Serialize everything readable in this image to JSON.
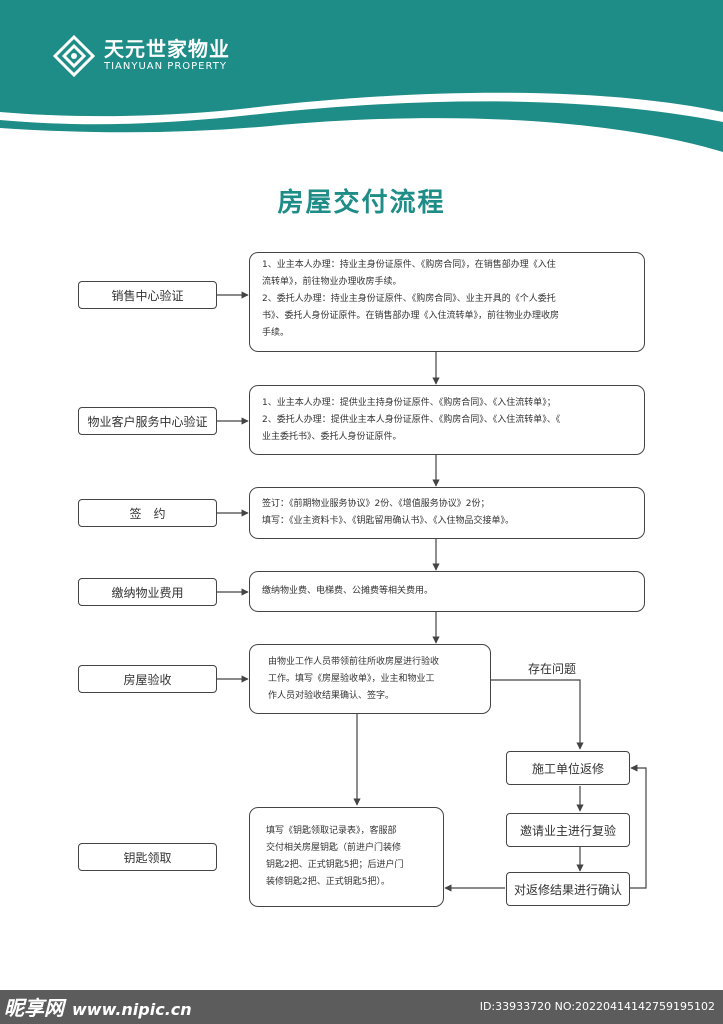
{
  "header": {
    "brand_cn": "天元世家物业",
    "brand_en": "TIANYUAN PROPERTY",
    "color": "#1e8c87"
  },
  "title": "房屋交付流程",
  "steps": [
    {
      "label": "销售中心验证",
      "lines": [
        "1、业主本人办理：持业主身份证原件、《购房合同》，在销售部办理《入住",
        "流转单》，前往物业办理收房手续。",
        "2、委托人办理：持业主身份证原件、《购房合同》、业主开具的《个人委托",
        "书》、委托人身份证原件。在销售部办理《入住流转单》，前往物业办理收房",
        "手续。"
      ]
    },
    {
      "label": "物业客户服务中心验证",
      "lines": [
        "1、业主本人办理：提供业主持身份证原件、《购房合同》、《入住流转单》；",
        "2、委托人办理：提供业主本人身份证原件、《购房合同》、《入住流转单》、《",
        "业主委托书》、委托人身份证原件。"
      ]
    },
    {
      "label": "签　约",
      "lines": [
        "签订：《前期物业服务协议》2份、《增值服务协议》2份；",
        "填写：《业主资料卡》、《钥匙留用确认书》、《入住物品交接单》。"
      ]
    },
    {
      "label": "缴纳物业费用",
      "lines": [
        "缴纳物业费、电梯费、公摊费等相关费用。"
      ]
    },
    {
      "label": "房屋验收",
      "lines": [
        "由物业工作人员带领前往所收房屋进行验收",
        "工作。填写《房屋验收单》，业主和物业工",
        "作人员对验收结果确认、签字。"
      ]
    },
    {
      "label": "钥匙领取",
      "lines": [
        "填写《钥匙领取记录表》，客服部",
        "交付相关房屋钥匙（前进户门装修",
        "钥匙2把、正式钥匙5把；后进户门",
        "装修钥匙2把、正式钥匙5把）。"
      ]
    }
  ],
  "repair": {
    "issue_label": "存在问题",
    "steps": [
      "施工单位返修",
      "邀请业主进行复验",
      "对返修结果进行确认"
    ]
  },
  "footer": {
    "site": "昵享网",
    "url": "www.nipic.cn",
    "id_text": "ID:33933720 NO:20220414142759195102"
  }
}
